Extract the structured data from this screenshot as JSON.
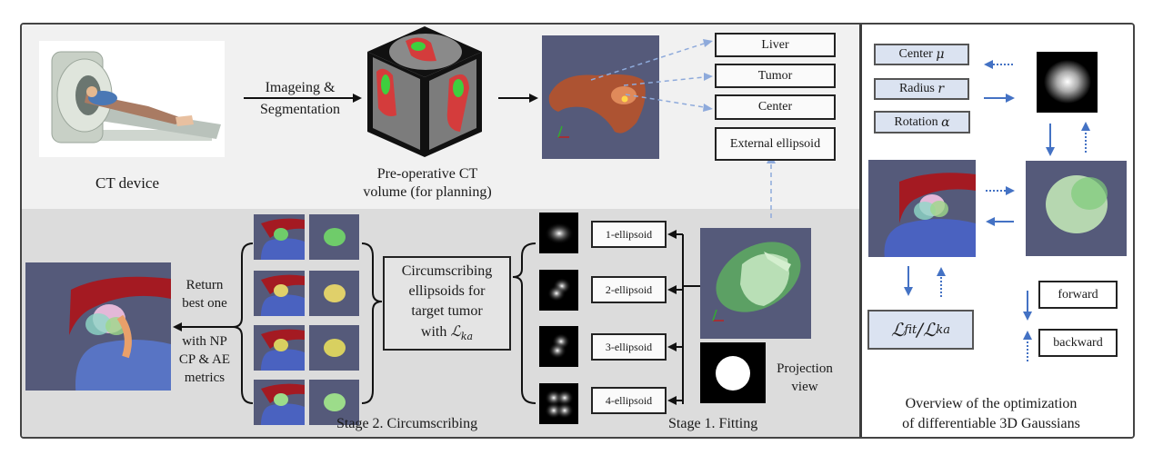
{
  "pipeline": {
    "ct_device_label": "CT device",
    "imaging_arrow_label_line1": "Imageing &",
    "imaging_arrow_label_line2": "Segmentation",
    "ct_volume_label_line1": "Pre-operative CT",
    "ct_volume_label_line2": "volume (for planning)",
    "outputs": [
      "Liver",
      "Tumor",
      "Center",
      "External ellipsoid"
    ]
  },
  "stage1": {
    "title": "Stage 1. Fitting",
    "ellipsoid_labels": [
      "1-ellipsoid",
      "2-ellipsoid",
      "3-ellipsoid",
      "4-ellipsoid"
    ],
    "projection_label_line1": "Projection",
    "projection_label_line2": "view"
  },
  "stage2": {
    "title": "Stage 2. Circumscribing",
    "box_line1": "Circumscribing",
    "box_line2": "ellipsoids for",
    "box_line3": "target tumor",
    "box_line4_prefix": "with ",
    "box_loss_symbol": "ℒ",
    "box_loss_subscript": "ka",
    "return_line1": "Return",
    "return_line2": "best one",
    "metrics_line1": "with NP",
    "metrics_line2": "CP & AE",
    "metrics_line3": "metrics"
  },
  "optimization": {
    "params": [
      {
        "name": "Center",
        "symbol": "μ"
      },
      {
        "name": "Radius",
        "symbol": "r"
      },
      {
        "name": "Rotation",
        "symbol": "α"
      }
    ],
    "loss_symbol": "ℒ",
    "loss_fit_sub": "fit",
    "loss_sep": "/",
    "loss_ka_sub": "ka",
    "legend_forward": "forward",
    "legend_backward": "backward",
    "caption_line1": "Overview of the optimization",
    "caption_line2": "of differentiable 3D Gaussians"
  },
  "colors": {
    "arrow_blue": "#4472c4",
    "dashed_blue": "#8eaadb",
    "param_fill": "#dbe3f1",
    "render_bg": "#555a7a",
    "tumor_green": "#7fd07a",
    "liver_red": "#d03a3a"
  }
}
